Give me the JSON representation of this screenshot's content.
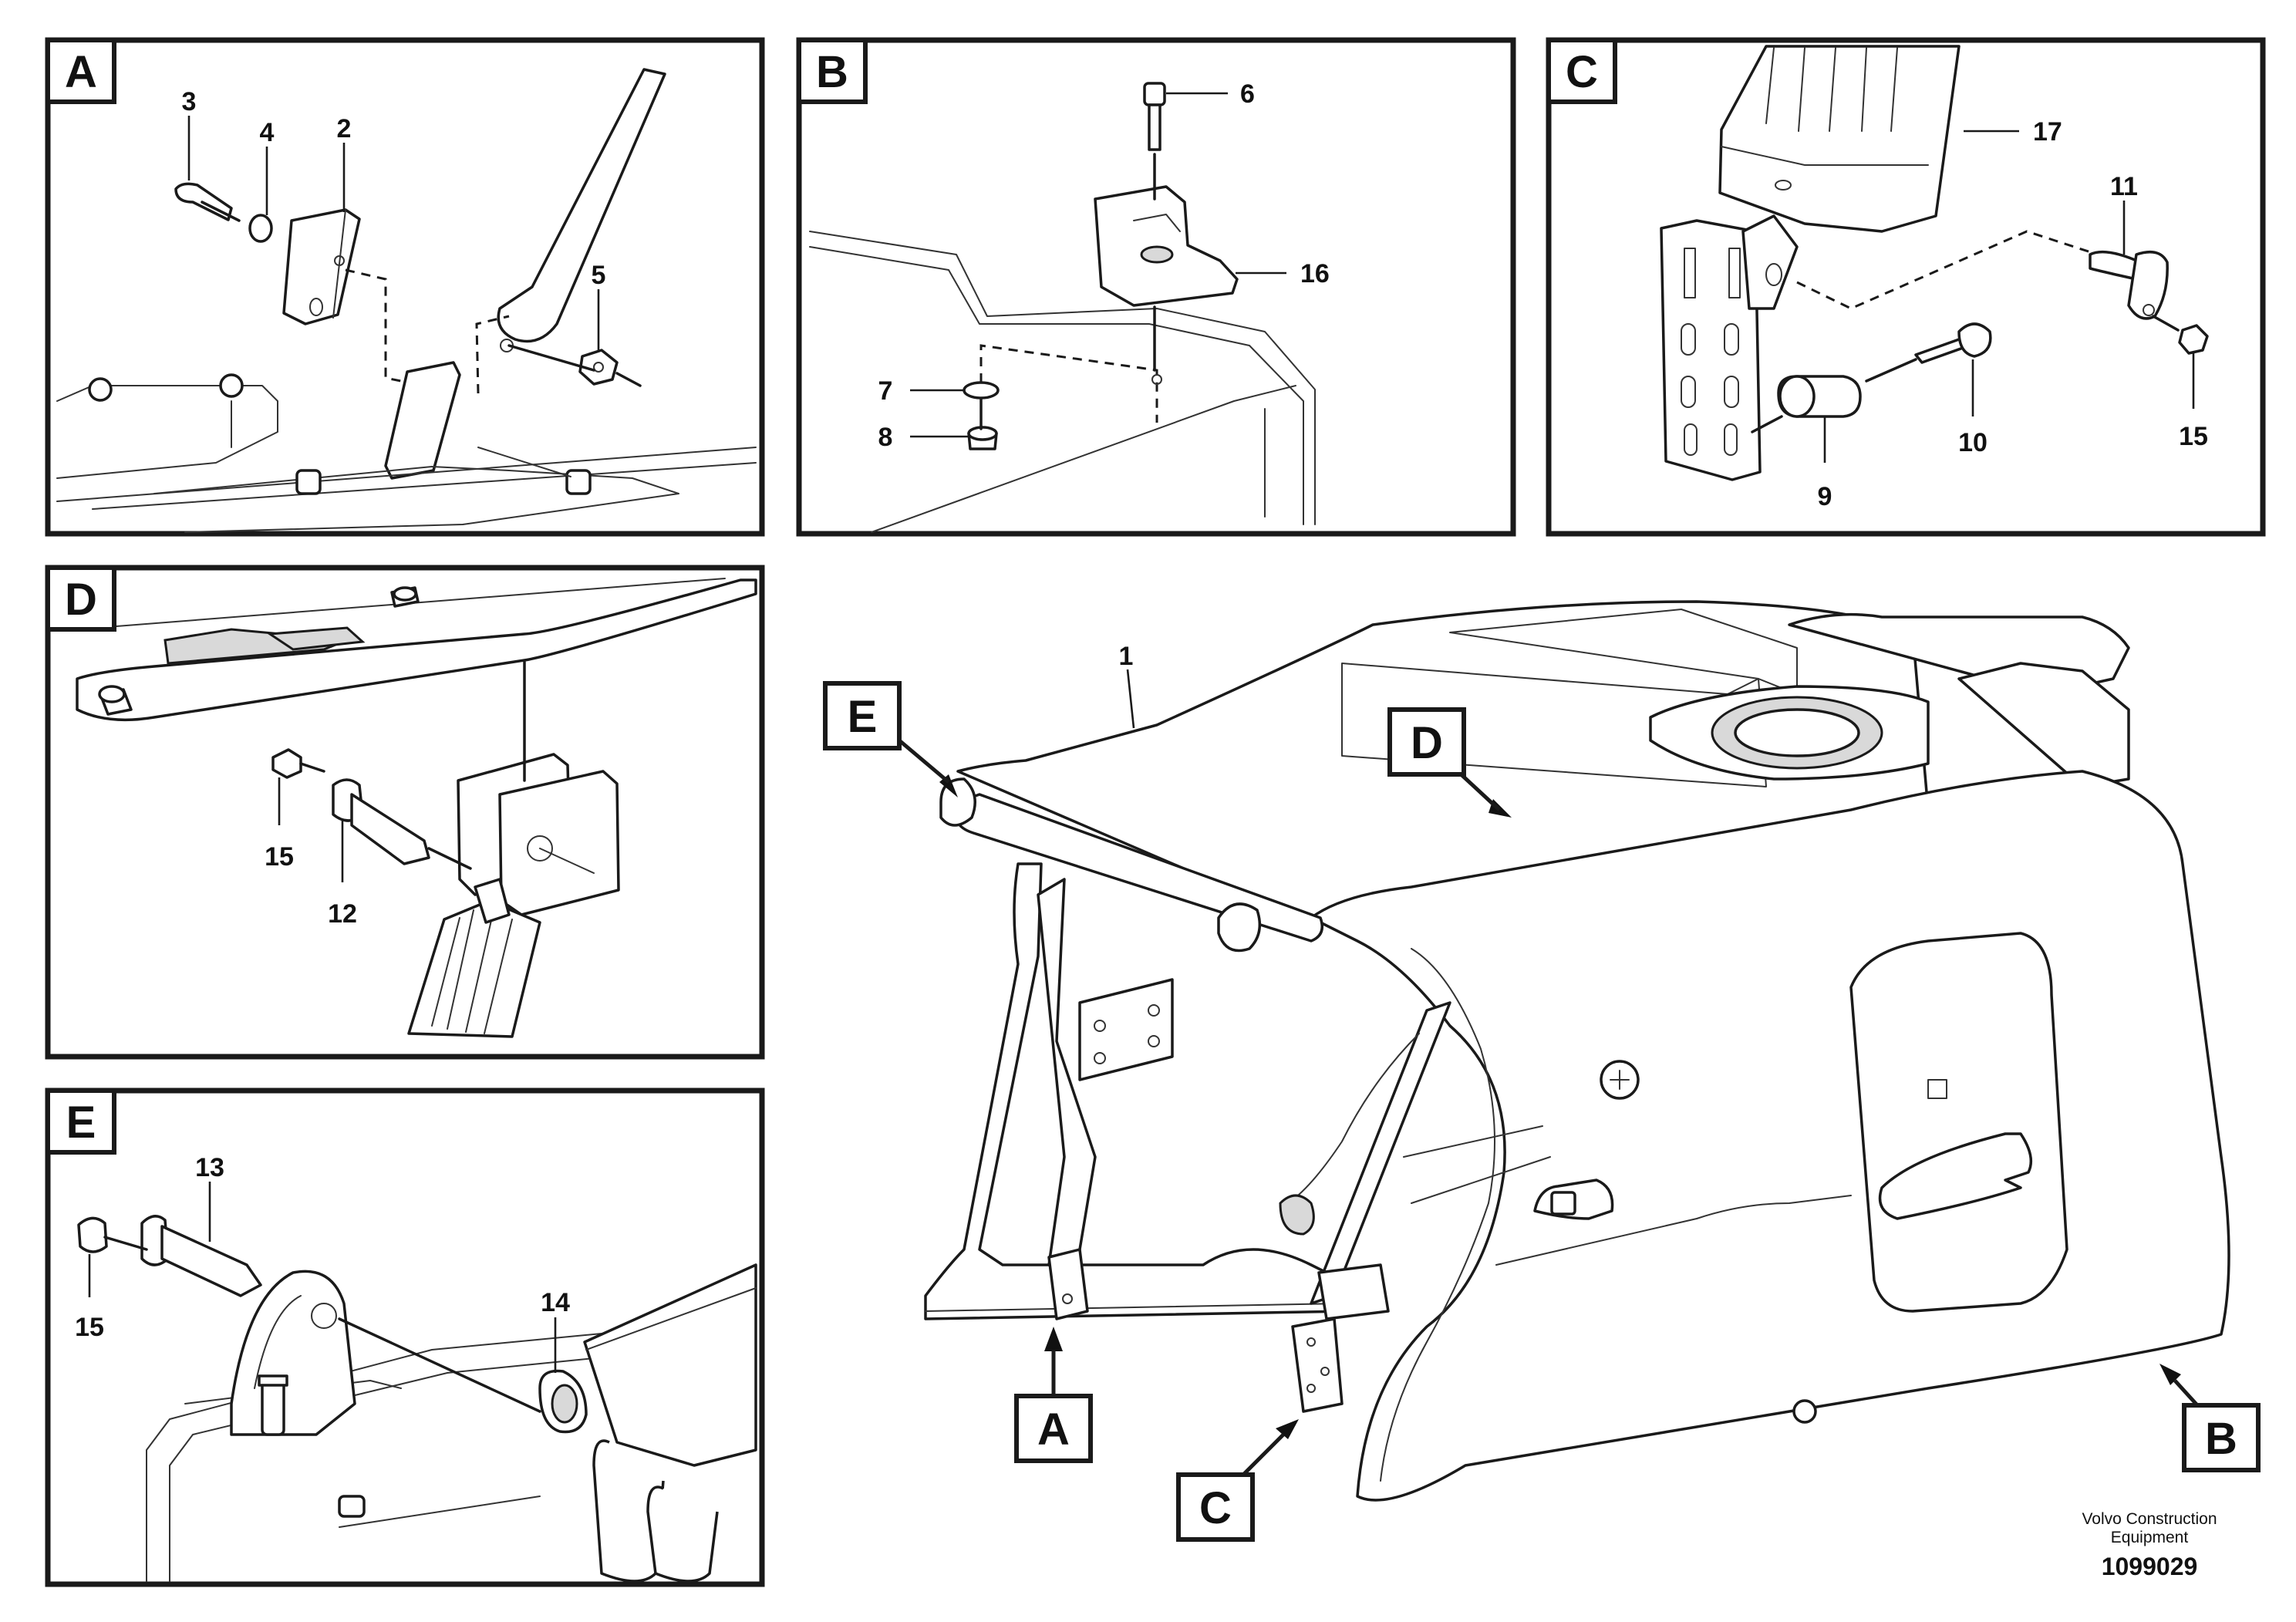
{
  "panels": {
    "A": {
      "tag": "A",
      "callouts": {
        "c3": "3",
        "c4": "4",
        "c2": "2",
        "c5": "5"
      }
    },
    "B": {
      "tag": "B",
      "callouts": {
        "c6": "6",
        "c16": "16",
        "c7": "7",
        "c8": "8"
      }
    },
    "C": {
      "tag": "C",
      "callouts": {
        "c17": "17",
        "c11": "11",
        "c10": "10",
        "c15": "15",
        "c9": "9"
      }
    },
    "D": {
      "tag": "D",
      "callouts": {
        "c15": "15",
        "c12": "12"
      }
    },
    "E": {
      "tag": "E",
      "callouts": {
        "c13": "13",
        "c14": "14",
        "c15": "15"
      }
    }
  },
  "main_view": {
    "callout_1": "1",
    "markers": {
      "E": "E",
      "D": "D",
      "A": "A",
      "C": "C",
      "B": "B"
    }
  },
  "footer": {
    "brand_line1": "Volvo Construction",
    "brand_line2": "Equipment",
    "drawing_number": "1099029"
  }
}
